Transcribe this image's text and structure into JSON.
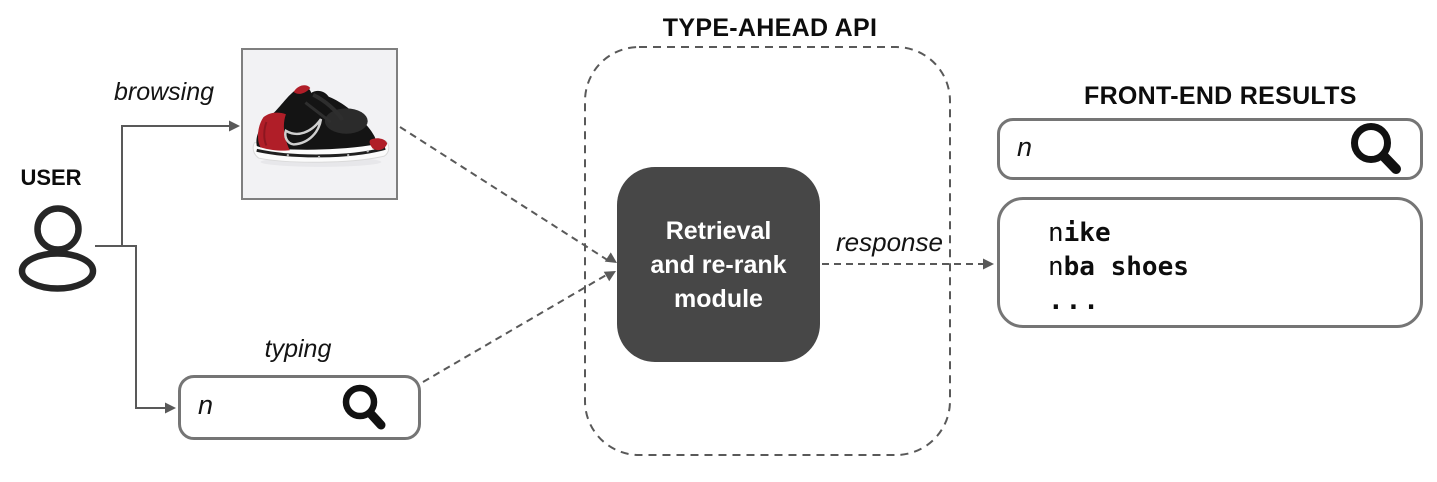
{
  "user": {
    "label": "USER"
  },
  "edges": {
    "browsing_label": "browsing",
    "typing_label": "typing",
    "response_label": "response"
  },
  "typing_box": {
    "query": "n"
  },
  "api": {
    "title": "TYPE-AHEAD API",
    "module_lines": [
      "Retrieval",
      "and re-rank",
      "module"
    ]
  },
  "frontend": {
    "title": "FRONT-END RESULTS",
    "search_query": "n",
    "results": [
      {
        "prefix": "n",
        "completion": "ike"
      },
      {
        "prefix": "n",
        "completion": "ba shoes"
      }
    ],
    "more": "..."
  },
  "icons": {
    "person": "person-icon",
    "search": "search-icon",
    "shoe": "sneaker-product-image"
  },
  "colors": {
    "connector": "#595959",
    "box_border": "#757575",
    "photo_border": "#7f7f7f",
    "module_bg": "#474747",
    "module_text": "#ffffff",
    "shoe_red": "#b01e28",
    "text": "#0d0d0d"
  }
}
